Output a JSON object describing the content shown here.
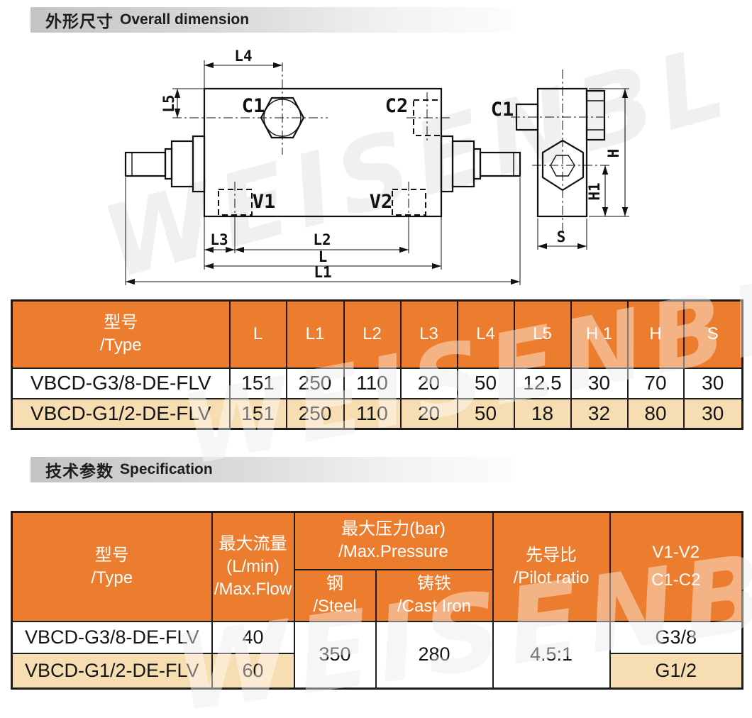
{
  "watermark": {
    "text": "WEISENBL"
  },
  "sections": {
    "s1_zh": "外形尺寸",
    "s1_en": "Overall dimension",
    "s2_zh": "技术参数",
    "s2_en": "Specification"
  },
  "colors": {
    "orange": "#ed7d2e",
    "tan": "#f6ddb2",
    "border": "#1c1c1c"
  },
  "drawing": {
    "labels": {
      "L4": "L4",
      "L5": "L5",
      "C1": "C1",
      "C2": "C2",
      "V1": "V1",
      "V2": "V2",
      "L3": "L3",
      "L2": "L2",
      "L": "L",
      "L1": "L1",
      "H": "H",
      "H1": "H1",
      "S": "S"
    }
  },
  "dim_table": {
    "type_zh": "型号",
    "type_en": "/Type",
    "cols": [
      "L",
      "L1",
      "L2",
      "L3",
      "L4",
      "L5",
      "H 1",
      "H",
      "S"
    ],
    "rows": [
      {
        "type": "VBCD-G3/8-DE-FLV",
        "values": [
          "151",
          "250",
          "110",
          "20",
          "50",
          "12.5",
          "30",
          "70",
          "30"
        ]
      },
      {
        "type": "VBCD-G1/2-DE-FLV",
        "values": [
          "151",
          "250",
          "110",
          "20",
          "50",
          "18",
          "32",
          "80",
          "30"
        ]
      }
    ]
  },
  "spec_table": {
    "type_zh": "型号",
    "type_en": "/Type",
    "flow_zh": "最大流量",
    "flow_unit": "(L/min)",
    "flow_en": "/Max.Flow",
    "pressure_zh": "最大压力(bar)",
    "pressure_en": "/Max.Pressure",
    "steel_zh": "钢",
    "steel_en": "/Steel",
    "cast_zh": "铸铁",
    "cast_en": "/Cast Iron",
    "pilot_zh": "先导比",
    "pilot_en": "/Pilot ratio",
    "ports_line1": "V1-V2",
    "ports_line2": "C1-C2",
    "steel_value": "350",
    "cast_value": "280",
    "pilot_value": "4.5:1",
    "rows": [
      {
        "type": "VBCD-G3/8-DE-FLV",
        "flow": "40",
        "port": "G3/8"
      },
      {
        "type": "VBCD-G1/2-DE-FLV",
        "flow": "60",
        "port": "G1/2"
      }
    ]
  }
}
